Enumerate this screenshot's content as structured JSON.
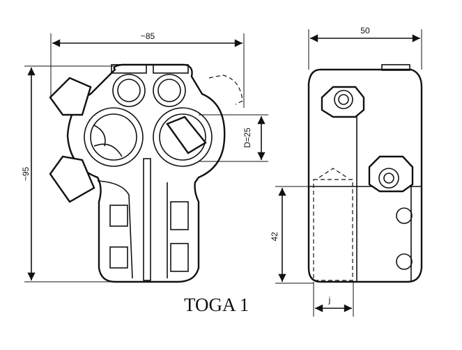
{
  "drawing": {
    "title": "TOGA 1",
    "dimensions": {
      "width_front": "~85",
      "height_front": "~95",
      "bore_diameter": "D=25",
      "width_side": "50",
      "height_lower": "42",
      "slot_width": "j"
    }
  }
}
